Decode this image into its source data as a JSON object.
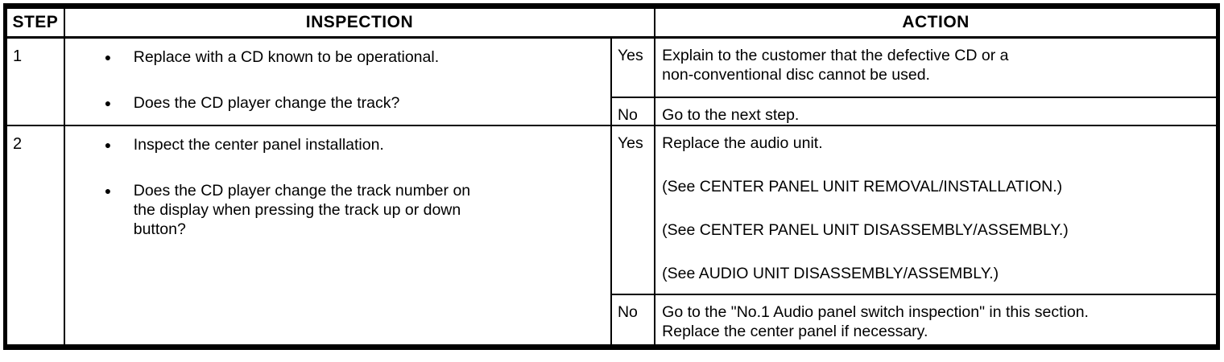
{
  "icons": {
    "bullet": "●"
  },
  "table": {
    "headers": {
      "step": "STEP",
      "inspection": "INSPECTION",
      "action": "ACTION"
    },
    "rows": [
      {
        "step": "1",
        "inspection": [
          [
            "Replace with a CD known to be operational."
          ],
          [
            "Does the CD player change the track?"
          ]
        ],
        "yes_label": "Yes",
        "yes_action": [
          [
            "Explain to the customer that the defective CD or a",
            "non-conventional disc cannot be used."
          ]
        ],
        "no_label": "No",
        "no_action": [
          [
            "Go to the next step."
          ]
        ]
      },
      {
        "step": "2",
        "inspection": [
          [
            "Inspect the center panel installation."
          ],
          [
            "Does the CD player change the track number on",
            "the display when pressing the track up or down",
            "button?"
          ]
        ],
        "yes_label": "Yes",
        "yes_action": [
          [
            "Replace the audio unit."
          ],
          [
            "(See CENTER PANEL UNIT REMOVAL/INSTALLATION.)"
          ],
          [
            "(See CENTER PANEL UNIT DISASSEMBLY/ASSEMBLY.)"
          ],
          [
            "(See AUDIO UNIT DISASSEMBLY/ASSEMBLY.)"
          ]
        ],
        "no_label": "No",
        "no_action": [
          [
            "Go to the \"No.1 Audio panel switch inspection\" in this section.",
            "Replace the center panel if necessary."
          ]
        ]
      }
    ]
  }
}
